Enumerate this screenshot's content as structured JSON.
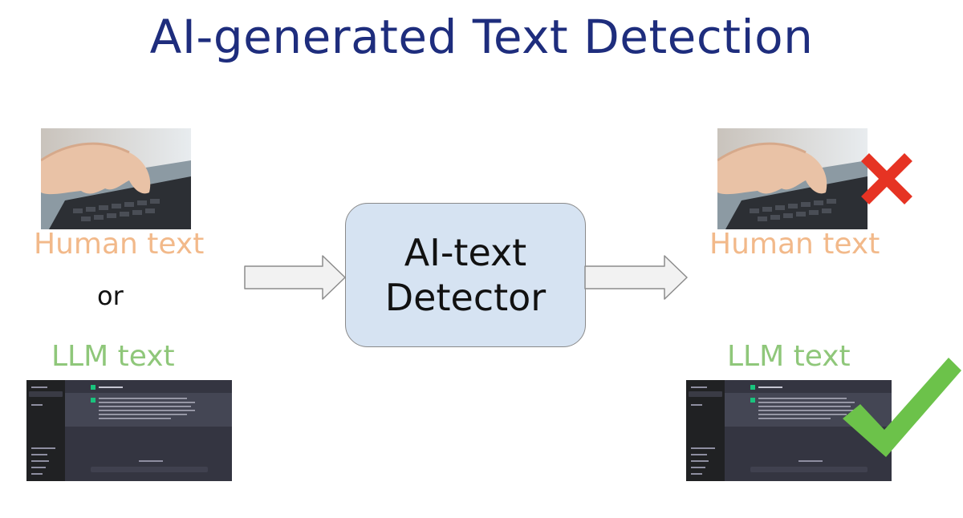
{
  "title": "AI-generated Text Detection",
  "inputs": {
    "human_label": "Human text",
    "or_label": "or",
    "llm_label": "LLM text"
  },
  "detector": {
    "line1": "AI-text",
    "line2": "Detector"
  },
  "outputs": {
    "human_label": "Human text",
    "llm_label": "LLM text",
    "human_result": "cross-icon",
    "llm_result": "checkmark-icon"
  },
  "colors": {
    "title": "#1e2d7d",
    "human_text": "#f2b98a",
    "llm_text": "#8fc77a",
    "detector_fill": "#d6e3f2",
    "cross": "#e63323",
    "check": "#6cc24a"
  }
}
